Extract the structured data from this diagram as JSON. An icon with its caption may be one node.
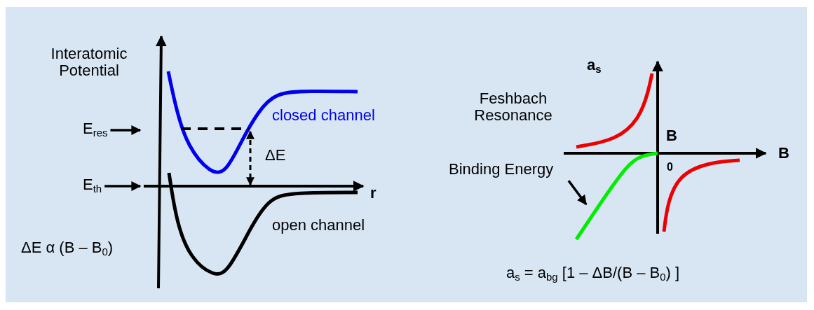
{
  "diagram": {
    "nodes": [
      {
        "text": [
          "E$_{res}$"
        ]
      },
      {
        "text": [
          "E$_{th}$"
        ]
      },
      {
        "text": [
          "Binding Energy"
        ]
      }
    ],
    "edges": [
      {
        "from": 0,
        "to": null,
        "arrow": "to"
      },
      {
        "from": 1,
        "to": null,
        "arrow": "to"
      },
      {
        "from": 2,
        "to": null,
        "arrow": "to"
      }
    ],
    "labels": [
      "Interatomic Potential",
      "a$_{s}$",
      "Feshbach Resonance",
      "closed channel",
      "B",
      "ΔE",
      "B",
      "0",
      "r",
      "open channel",
      "ΔE α (B – B$_{0}$)",
      "a$_{s}$ = a$_{bg}$ [1 – ΔB/(B – B$_{0}$) ]"
    ]
  }
}
